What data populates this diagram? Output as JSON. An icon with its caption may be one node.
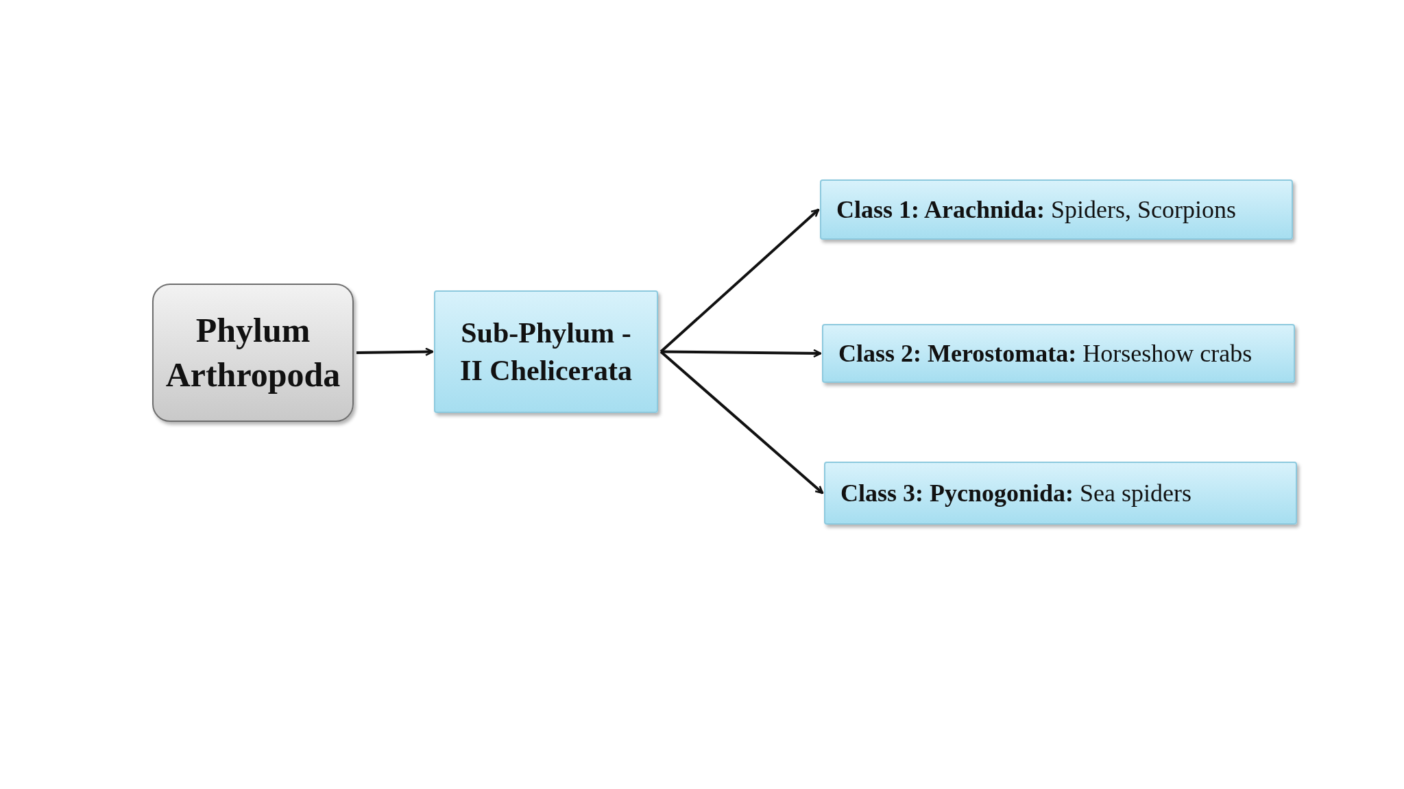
{
  "diagram": {
    "nodes": [
      {
        "text": [
          "Phylum Arthropoda"
        ]
      },
      {
        "text": [
          "Sub-Phylum - II Chelicerata"
        ]
      },
      {
        "text": [
          "**Class 1: Arachnida:** Spiders, Scorpions"
        ]
      },
      {
        "text": [
          "**Class 2: Merostomata:** Horseshow crabs"
        ]
      },
      {
        "text": [
          "**Class 3: Pycnogonida:** Sea spiders"
        ]
      }
    ],
    "edges": [
      {
        "from": 0,
        "to": 1,
        "arrow": "to"
      },
      {
        "from": 1,
        "to": 2,
        "arrow": "to"
      },
      {
        "from": 1,
        "to": 3,
        "arrow": "to"
      },
      {
        "from": 1,
        "to": 4,
        "arrow": "to"
      }
    ]
  }
}
